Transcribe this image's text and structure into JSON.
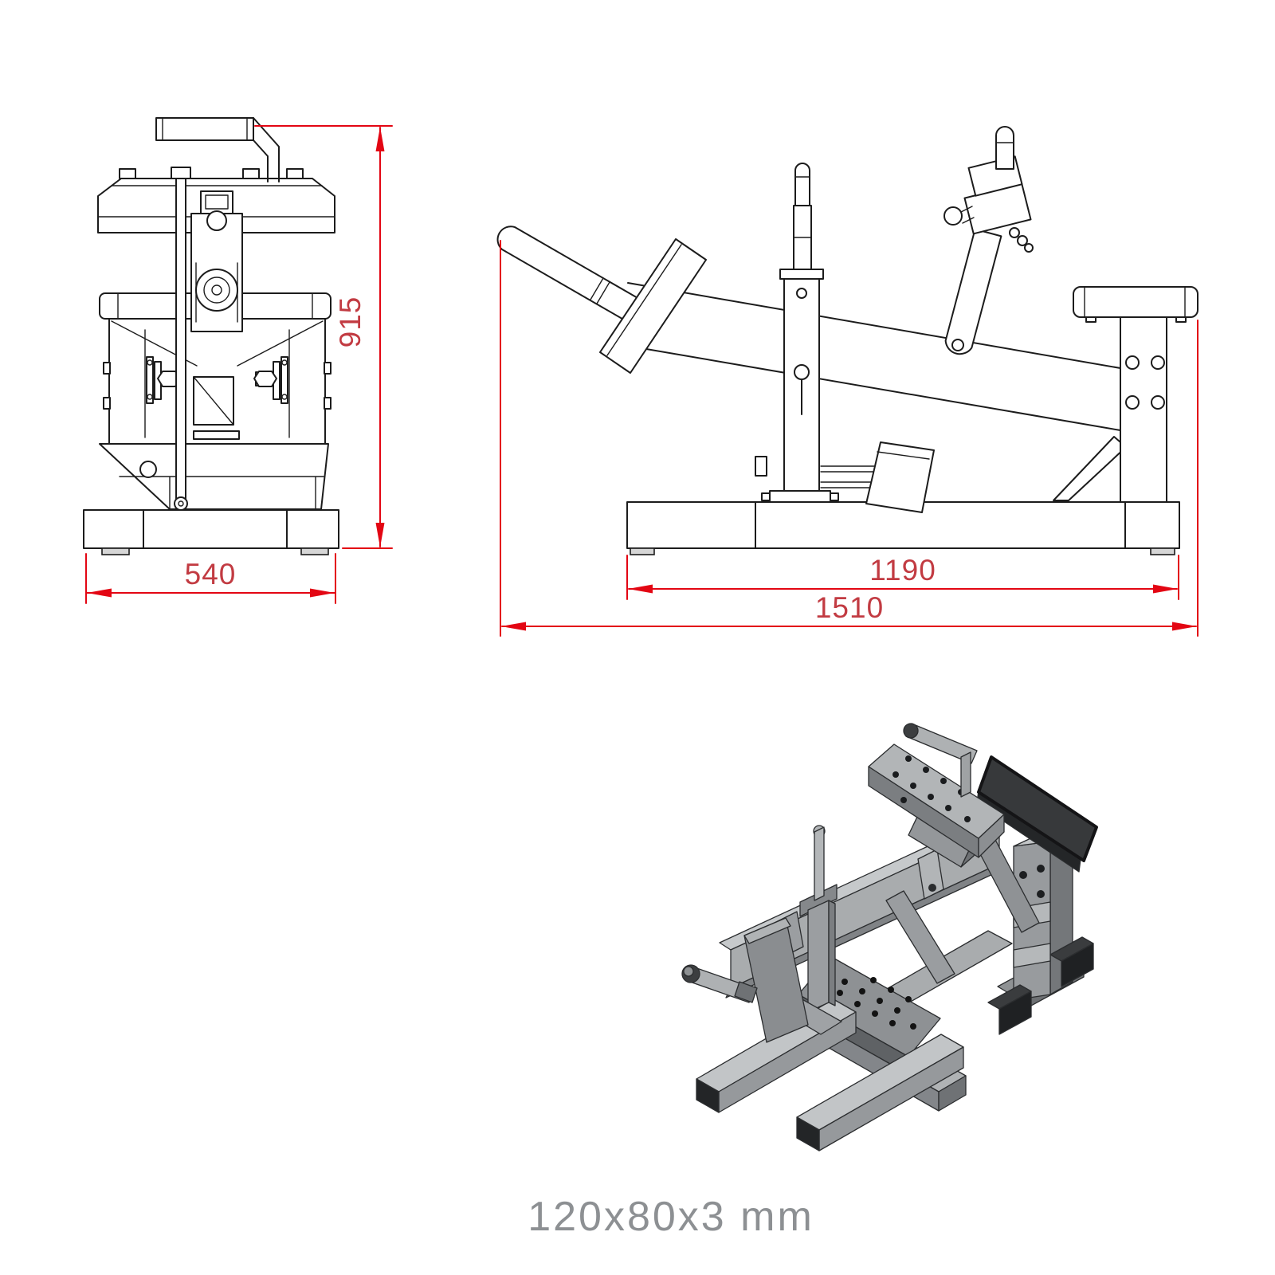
{
  "caption": "120x80x3 mm",
  "dimensions": {
    "front_height": "915",
    "front_width": "540",
    "side_base_length": "1190",
    "side_total_length": "1510"
  },
  "colors": {
    "background": "#ffffff",
    "dimension_line": "#e30613",
    "dimension_text": "#c23b42",
    "drawing_line": "#1c1c1c",
    "caption_text": "#8d9093",
    "iso_gray_light": "#c2c5c7",
    "iso_gray_mid": "#9b9ea1",
    "iso_gray_dark": "#6f7275",
    "iso_black": "#232527"
  }
}
